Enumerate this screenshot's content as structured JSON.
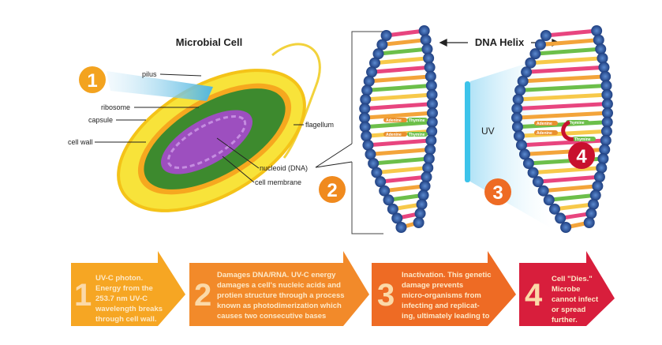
{
  "cell": {
    "title": "Microbial Cell",
    "labels": {
      "pilus": "pilus",
      "ribosome": "ribosome",
      "capsule": "capsule",
      "cell_wall": "cell wall",
      "flagellum": "flagellum",
      "nucleoid": "nucleoid (DNA)",
      "cell_membrane": "cell membrane"
    }
  },
  "dna": {
    "title": "DNA Helix",
    "uv": "UV",
    "base_a": "Adenine",
    "base_t": "Thymine"
  },
  "badges": [
    "1",
    "2",
    "3",
    "4"
  ],
  "steps": [
    {
      "num": "1",
      "lines": [
        "UV-C photon.",
        "Energy from the",
        "253.7 nm UV-C",
        "wavelength breaks",
        "through cell wall."
      ],
      "color": "#f6a623"
    },
    {
      "num": "2",
      "lines": [
        "Damages DNA/RNA. UV-C energy",
        "damages a cell's nucleic acids and",
        "protien structure through a process",
        "known as photodimerization which",
        "causes two consecutive  bases"
      ],
      "color": "#f28a2a"
    },
    {
      "num": "3",
      "lines": [
        "Inactivation. This genetic",
        "damage prevents",
        "micro-organisms from",
        "infecting and replicat-",
        "ing, ultimately leading to"
      ],
      "color": "#ee6b24"
    },
    {
      "num": "4",
      "lines": [
        "Cell \"Dies.\"",
        "Microbe",
        "cannot infect",
        "or spread",
        "further."
      ],
      "color": "#d81e3c"
    }
  ],
  "colors": {
    "badge_orange": "#f08a1e",
    "badge_red": "#c8102e",
    "uv_blue": "#3cc3ea",
    "dna_blue": "#2e5ea8"
  }
}
